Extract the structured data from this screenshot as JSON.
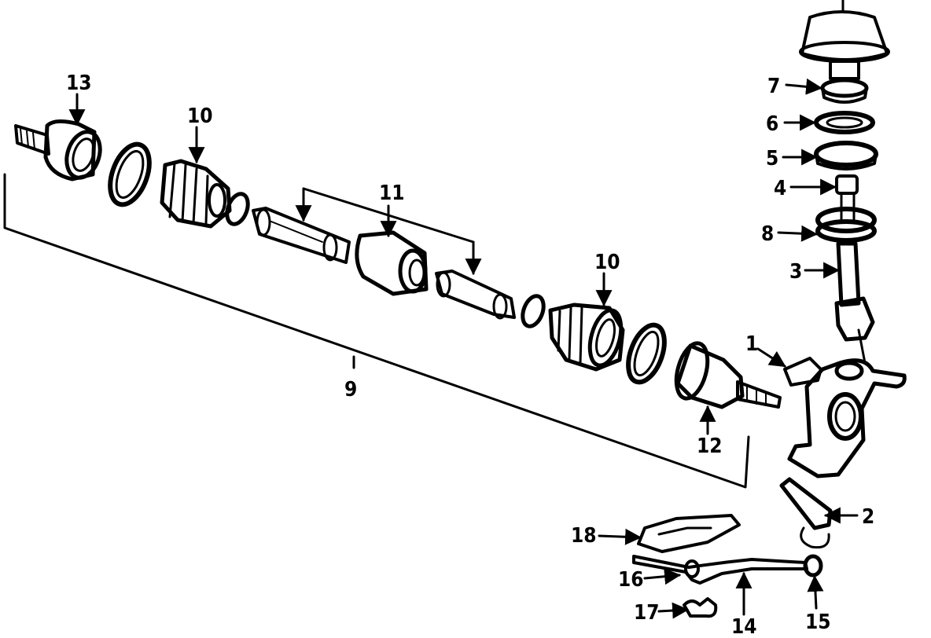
{
  "diagram": {
    "callouts": {
      "c1": "1",
      "c2": "2",
      "c3": "3",
      "c4": "4",
      "c5": "5",
      "c6": "6",
      "c7": "7",
      "c8": "8",
      "c9": "9",
      "c10a": "10",
      "c10b": "10",
      "c11": "11",
      "c12": "12",
      "c13": "13",
      "c14": "14",
      "c15": "15",
      "c16": "16",
      "c17": "17",
      "c18": "18"
    }
  }
}
